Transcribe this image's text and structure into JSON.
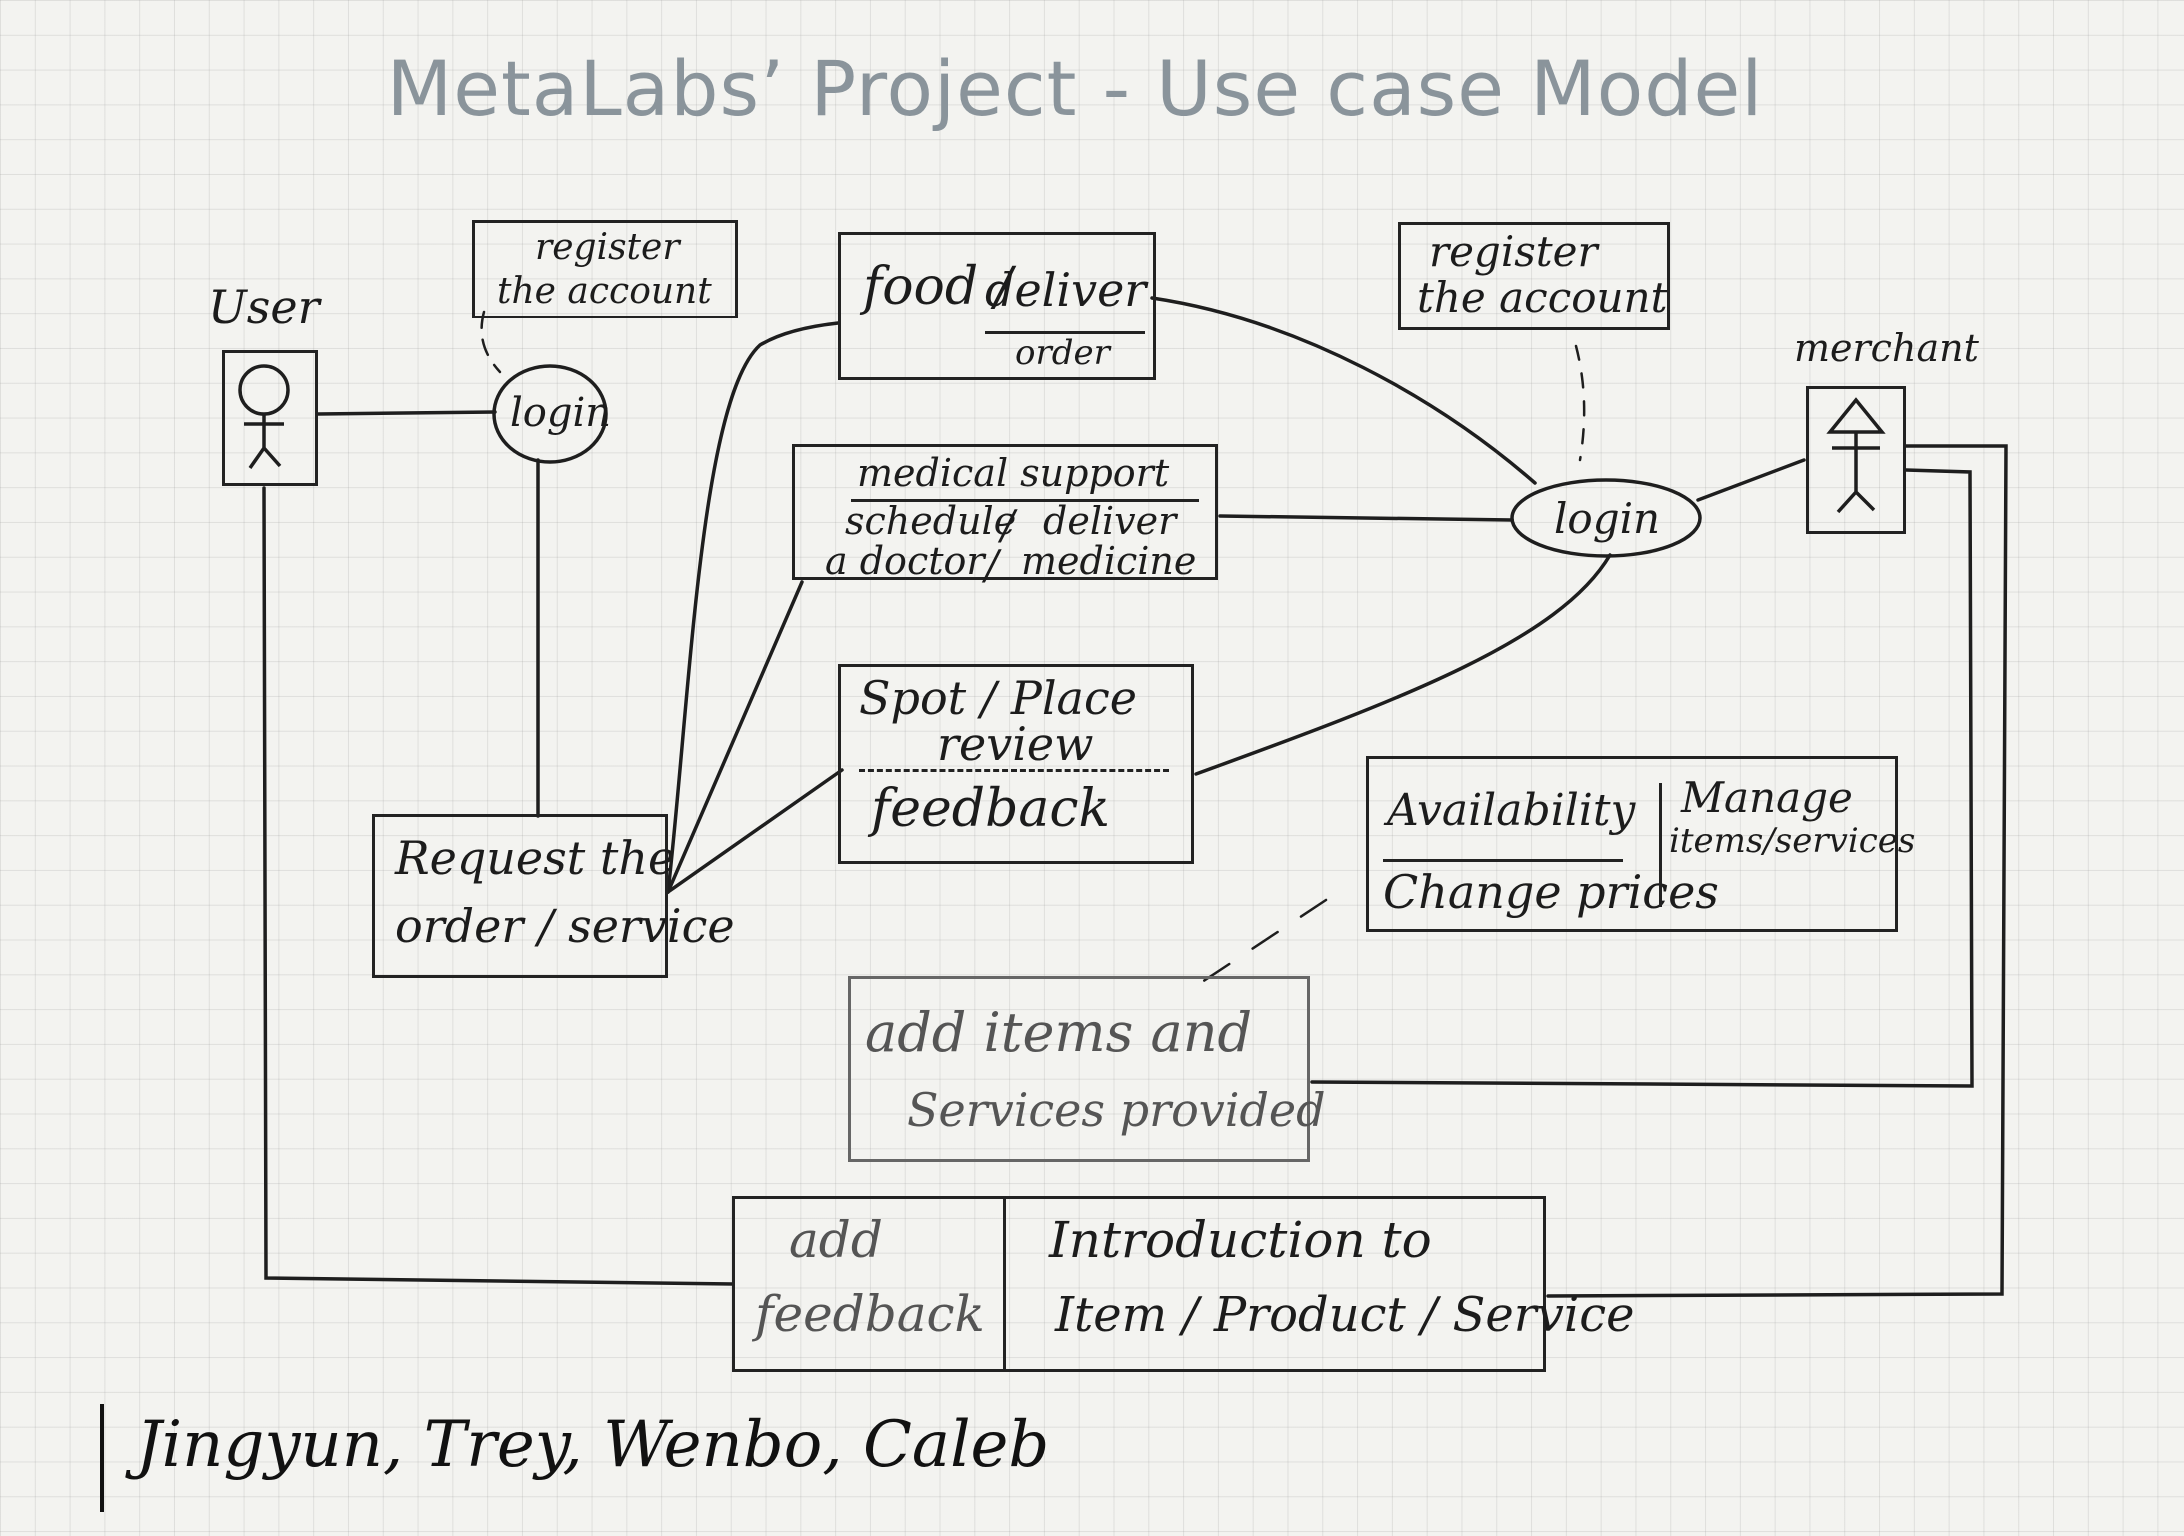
{
  "title": "MetaLabs’ Project - Use case Model",
  "actors": {
    "user": {
      "label": "User",
      "icon": "stick-figure-round-head-icon"
    },
    "merchant": {
      "label": "merchant",
      "icon": "stick-figure-triangle-head-icon"
    }
  },
  "user_side": {
    "register": [
      "register",
      "the account"
    ],
    "login": "login",
    "request": [
      "Request the",
      "order / service"
    ]
  },
  "merchant_side": {
    "register": [
      "register",
      "the account"
    ],
    "login": "login",
    "manage": {
      "availability": "Availability",
      "change_prices": "Change prices",
      "manage_items": [
        "Manage",
        "items/services"
      ]
    },
    "add_items": [
      "add items and",
      "Services provided"
    ]
  },
  "services": {
    "food": {
      "left": "food /",
      "right": "deliver",
      "sub": "order"
    },
    "medical": {
      "header": "medical support",
      "left": [
        "schedule",
        "a doctor"
      ],
      "right": [
        "deliver",
        "medicine"
      ]
    },
    "review": {
      "top": [
        "Spot / Place",
        "review"
      ],
      "bottom": "feedback"
    }
  },
  "bottom_box": {
    "left": [
      "add",
      "feedback"
    ],
    "right": [
      "Introduction to",
      "Item / Product / Service"
    ]
  },
  "authors": "Jingyun, Trey, Wenbo, Caleb"
}
